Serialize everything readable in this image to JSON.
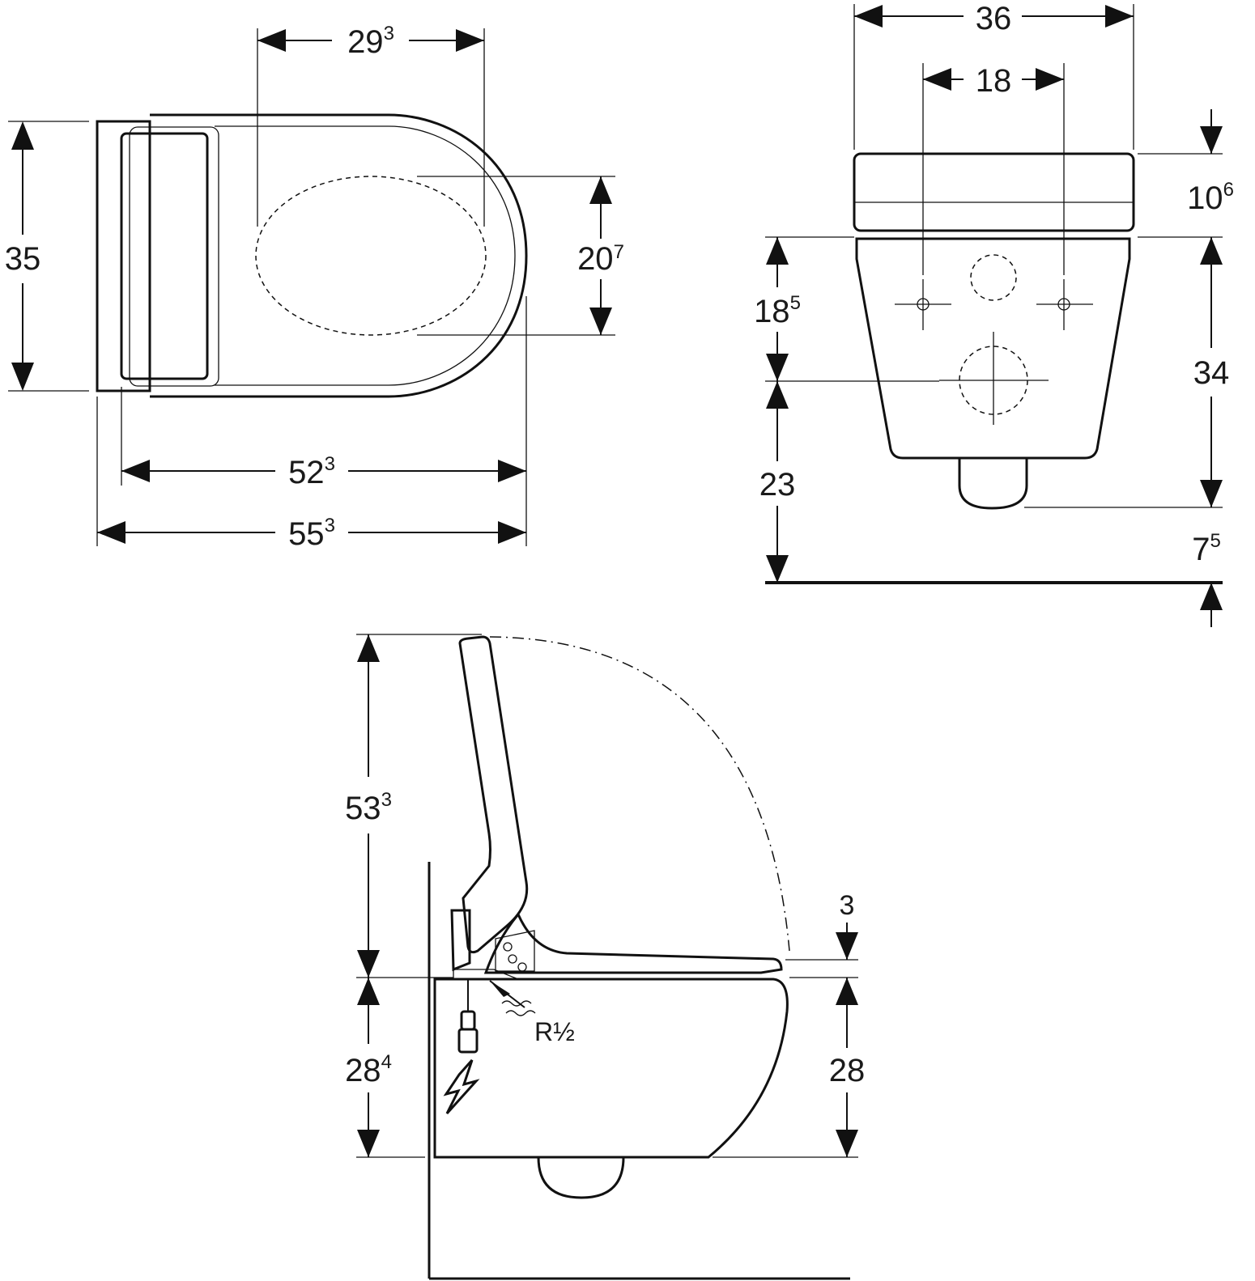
{
  "top_view": {
    "width_35": {
      "main": "35",
      "sup": ""
    },
    "width_29_3": {
      "main": "29",
      "sup": "3"
    },
    "width_20_7": {
      "main": "20",
      "sup": "7"
    },
    "length_52_3": {
      "main": "52",
      "sup": "3"
    },
    "length_55_3": {
      "main": "55",
      "sup": "3"
    }
  },
  "front_view": {
    "width_36": {
      "main": "36",
      "sup": ""
    },
    "width_18": {
      "main": "18",
      "sup": ""
    },
    "height_10_6": {
      "main": "10",
      "sup": "6"
    },
    "height_18_5": {
      "main": "18",
      "sup": "5"
    },
    "height_34": {
      "main": "34",
      "sup": ""
    },
    "height_23": {
      "main": "23",
      "sup": ""
    },
    "height_7_5": {
      "main": "7",
      "sup": "5"
    }
  },
  "side_view": {
    "height_53_3": {
      "main": "53",
      "sup": "3"
    },
    "height_28_4": {
      "main": "28",
      "sup": "4"
    },
    "height_3": {
      "main": "3",
      "sup": ""
    },
    "height_28": {
      "main": "28",
      "sup": ""
    },
    "water_connection_label": "R½"
  }
}
